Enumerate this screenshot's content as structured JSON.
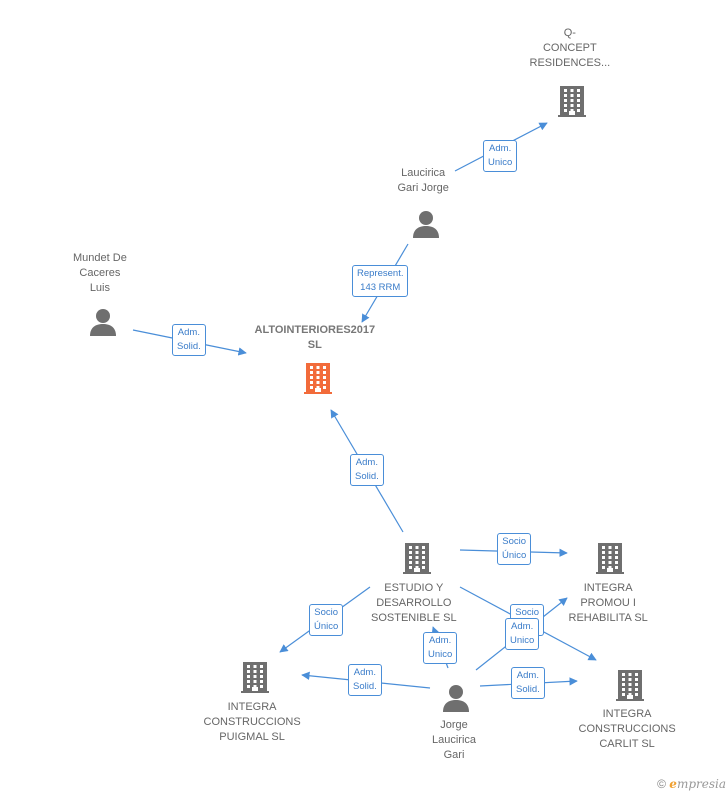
{
  "colors": {
    "edge": "#4a8ed8",
    "icon": "#6f6f6f",
    "focus": "#f26b3a"
  },
  "nodes": [
    {
      "id": "qconcept",
      "type": "company",
      "label": "Q-\nCONCEPT\nRESIDENCES..."
    },
    {
      "id": "laucirica1",
      "type": "person",
      "label": "Laucirica\nGari Jorge"
    },
    {
      "id": "mundet",
      "type": "person",
      "label": "Mundet De\nCaceres\nLuis"
    },
    {
      "id": "alto",
      "type": "company-focus",
      "label": "ALTOINTERIORES2017\nSL"
    },
    {
      "id": "estudio",
      "type": "company",
      "label": "ESTUDIO Y\nDESARROLLO\nSOSTENIBLE SL"
    },
    {
      "id": "promou",
      "type": "company",
      "label": "INTEGRA\nPROMOU I\nREHABILITA SL"
    },
    {
      "id": "puigmal",
      "type": "company",
      "label": "INTEGRA\nCONSTRUCCIONS\nPUIGMAL SL"
    },
    {
      "id": "jorge",
      "type": "person",
      "label": "Jorge\nLaucirica\nGari"
    },
    {
      "id": "carlit",
      "type": "company",
      "label": "INTEGRA\nCONSTRUCCIONS\nCARLIT SL"
    }
  ],
  "edges": [
    {
      "from": "laucirica1",
      "to": "qconcept",
      "label": "Adm.\nUnico"
    },
    {
      "from": "laucirica1",
      "to": "alto",
      "label": "Represent.\n143 RRM"
    },
    {
      "from": "mundet",
      "to": "alto",
      "label": "Adm.\nSolid."
    },
    {
      "from": "estudio",
      "to": "alto",
      "label": "Adm.\nSolid."
    },
    {
      "from": "estudio",
      "to": "promou",
      "label": "Socio\nÚnico"
    },
    {
      "from": "estudio",
      "to": "puigmal",
      "label": "Socio\nÚnico"
    },
    {
      "from": "estudio",
      "to": "carlit",
      "label": "Socio\nÚnico"
    },
    {
      "from": "jorge",
      "to": "estudio",
      "label": "Adm.\nUnico"
    },
    {
      "from": "jorge",
      "to": "puigmal",
      "label": "Adm.\nSolid."
    },
    {
      "from": "jorge",
      "to": "promou",
      "label": "Adm.\nUnico"
    },
    {
      "from": "jorge",
      "to": "carlit",
      "label": "Adm.\nSolid."
    }
  ],
  "watermark": {
    "symbol": "©",
    "brand_initial": "e",
    "brand_rest": "mpresia"
  }
}
